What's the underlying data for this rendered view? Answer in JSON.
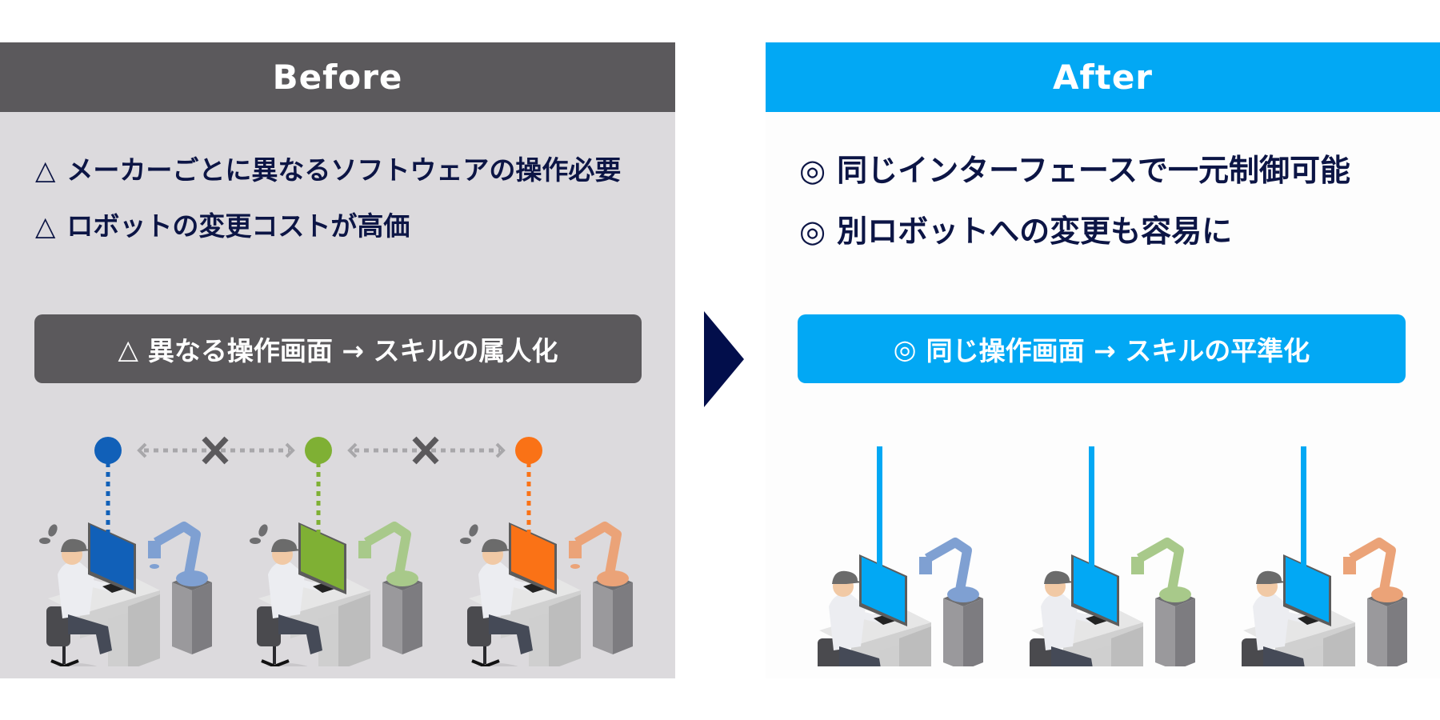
{
  "before": {
    "header": "Before",
    "bullets": [
      {
        "mark": "△",
        "text": "メーカーごとに異なるソフトウェアの操作必要"
      },
      {
        "mark": "△",
        "text": "ロボットの変更コストが高価"
      }
    ],
    "summary": {
      "mark": "△",
      "text": "異なる操作画面 → スキルの属人化"
    },
    "stations": [
      {
        "screen_color": "#1160b8",
        "robot_color": "#7fa0d2",
        "marker_color": "#1160b8"
      },
      {
        "screen_color": "#7fb034",
        "robot_color": "#a8c98a",
        "marker_color": "#7fb034"
      },
      {
        "screen_color": "#fa7216",
        "robot_color": "#eba378",
        "marker_color": "#fa7216"
      }
    ],
    "incompatible_icon": "cross-icon"
  },
  "arrow_icon": "triangle-right-icon",
  "after": {
    "header": "After",
    "bullets": [
      {
        "mark": "◎",
        "text": "同じインターフェースで一元制御可能"
      },
      {
        "mark": "◎",
        "text": "別ロボットへの変更も容易に"
      }
    ],
    "summary": {
      "mark": "◎",
      "text": "同じ操作画面 → スキルの平準化"
    },
    "stations": [
      {
        "screen_color": "#02a8f4",
        "robot_color": "#7fa0d2"
      },
      {
        "screen_color": "#02a8f4",
        "robot_color": "#a8c98a"
      },
      {
        "screen_color": "#02a8f4",
        "robot_color": "#eba378"
      }
    ]
  },
  "colors": {
    "before_header": "#5b595c",
    "before_bg": "#dcdadd",
    "after_header": "#02a8f4",
    "text_navy": "#0c1545",
    "arrow": "#020e4b"
  }
}
